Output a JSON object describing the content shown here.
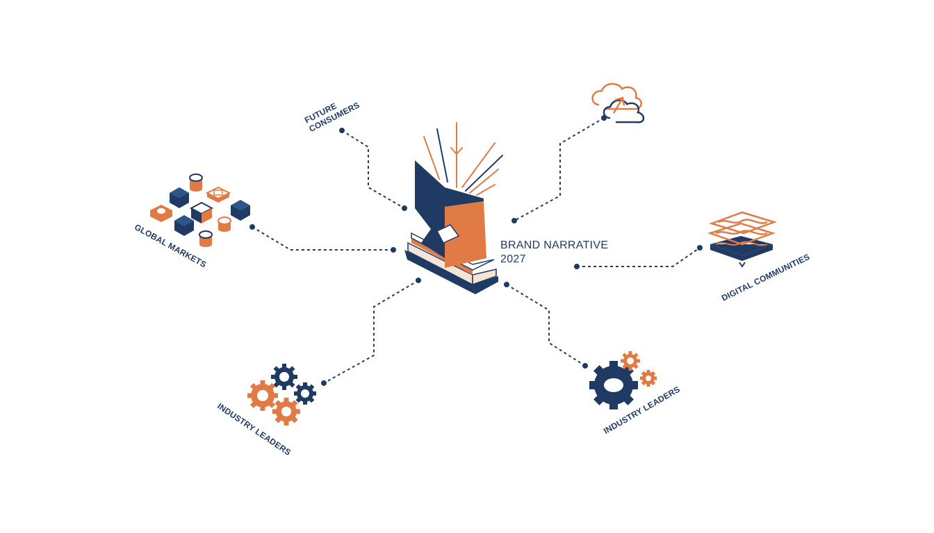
{
  "center": {
    "title_line1": "BRAND NARRATIVE",
    "title_line2": "2027"
  },
  "nodes": {
    "future_consumers": {
      "line1": "FUTURE",
      "line2": "CONSUMERS"
    },
    "global_markets": {
      "label": "GLOBAL MARKETS"
    },
    "industry_leaders_left": {
      "label": "INDUSTRY LEADERS"
    },
    "industry_leaders_right": {
      "label": "INDUSTRY LEADERS"
    },
    "digital_communities": {
      "label": "DIGITAL COMMUNITIES"
    },
    "cloud": {
      "icon": "cloud-arrow-icon"
    }
  },
  "colors": {
    "navy": "#1f3a63",
    "orange": "#e07b45",
    "background": "#ffffff"
  }
}
